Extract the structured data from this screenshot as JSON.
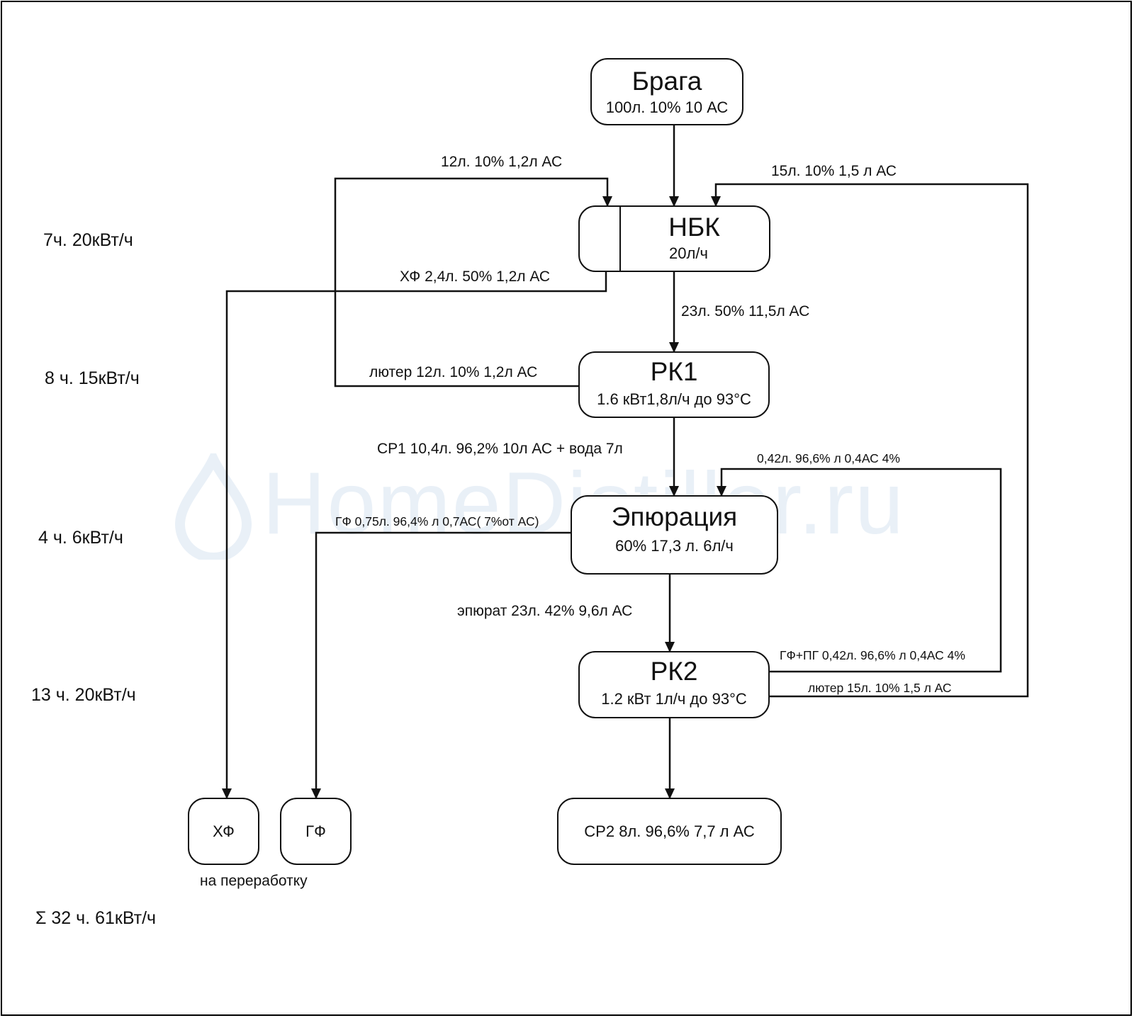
{
  "nodes": {
    "braga": {
      "title": "Брага",
      "sub": "100л. 10% 10 АС"
    },
    "nbk": {
      "title": "НБК",
      "sub": "20л/ч"
    },
    "rk1": {
      "title": "РК1",
      "sub": "1.6 кВт1,8л/ч до 93°С"
    },
    "epuration": {
      "title": "Эпюрация",
      "sub": "60% 17,3 л. 6л/ч"
    },
    "rk2": {
      "title": "РК2",
      "sub": "1.2 кВт 1л/ч до 93°С"
    },
    "hf": {
      "title": "ХФ"
    },
    "gf": {
      "title": "ГФ"
    },
    "sr2": {
      "title": "СР2 8л. 96,6% 7,7 л АС"
    }
  },
  "flows": {
    "return_rk1": "12л. 10% 1,2л АС",
    "return_rk2": "15л. 10% 1,5 л АС",
    "hf_out": "ХФ 2,4л. 50% 1,2л АС",
    "nbk_to_rk1": "23л. 50% 11,5л АС",
    "luter_rk1": "лютер 12л. 10% 1,2л АС",
    "sr1": "СР1 10,4л. 96,2% 10л АС + вода 7л",
    "return_to_epuration": "0,42л. 96,6% л  0,4АС 4%",
    "gf_out": "ГФ 0,75л. 96,4% л  0,7АС( 7%от АС)",
    "epurat": "эпюрат 23л. 42% 9,6л АС",
    "gf_pg": "ГФ+ПГ 0,42л. 96,6% л  0,4АС 4%",
    "luter_rk2": "лютер 15л. 10% 1,5 л АС",
    "recycle_note": "на переработку"
  },
  "timings": [
    "7ч. 20кВт/ч",
    "8 ч. 15кВт/ч",
    "4 ч. 6кВт/ч",
    "13 ч. 20кВт/ч",
    "Σ  32 ч. 61кВт/ч"
  ],
  "watermark": "HomeDistiller.ru"
}
